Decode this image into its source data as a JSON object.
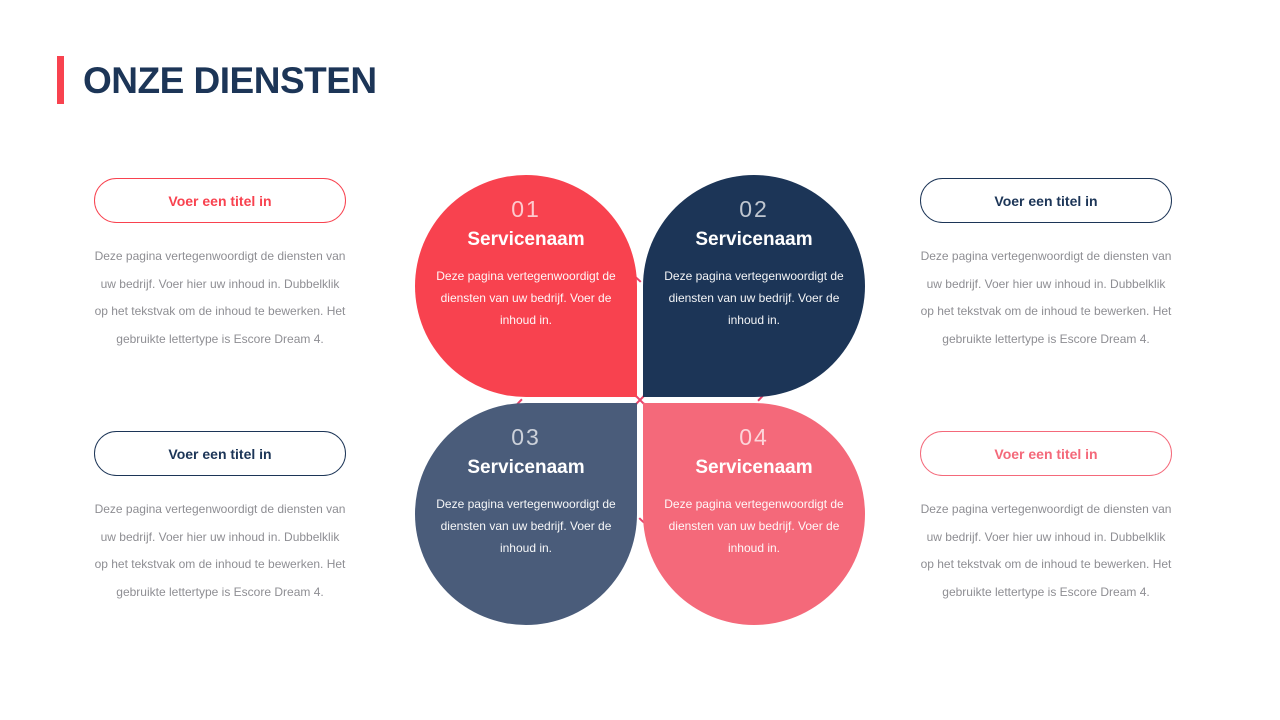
{
  "header": {
    "title": "ONZE DIENSTEN",
    "accent_color": "#F8424F",
    "title_color": "#1C3557"
  },
  "colors": {
    "petal_1": "#F8424F",
    "petal_2": "#1C3557",
    "petal_3": "#4A5C7A",
    "petal_4": "#F4697A",
    "dashed_outline": "#E8456B",
    "body_text": "#8E8E93"
  },
  "petals": [
    {
      "number": "01",
      "title": "Servicenaam",
      "description": "Deze pagina vertegenwoordigt de diensten van uw bedrijf. Voer de inhoud in."
    },
    {
      "number": "02",
      "title": "Servicenaam",
      "description": "Deze pagina vertegenwoordigt de diensten van uw bedrijf. Voer de inhoud in."
    },
    {
      "number": "03",
      "title": "Servicenaam",
      "description": "Deze pagina vertegenwoordigt de diensten van uw bedrijf. Voer de inhoud in."
    },
    {
      "number": "04",
      "title": "Servicenaam",
      "description": "Deze pagina vertegenwoordigt de diensten van uw bedrijf. Voer de inhoud in."
    }
  ],
  "side_blocks": [
    {
      "position": "top-left",
      "pill_label": "Voer een titel in",
      "pill_style": "red",
      "body": "Deze pagina vertegenwoordigt de diensten van uw bedrijf. Voer hier uw inhoud in. Dubbelklik op het tekstvak om de inhoud te bewerken. Het gebruikte lettertype is Escore Dream 4."
    },
    {
      "position": "bottom-left",
      "pill_label": "Voer een titel in",
      "pill_style": "navy",
      "body": "Deze pagina vertegenwoordigt de diensten van uw bedrijf. Voer hier uw inhoud in. Dubbelklik op het tekstvak om de inhoud te bewerken. Het gebruikte lettertype is Escore Dream 4."
    },
    {
      "position": "top-right",
      "pill_label": "Voer een titel in",
      "pill_style": "navy",
      "body": "Deze pagina vertegenwoordigt de diensten van uw bedrijf. Voer hier uw inhoud in. Dubbelklik op het tekstvak om de inhoud te bewerken. Het gebruikte lettertype is Escore Dream 4."
    },
    {
      "position": "bottom-right",
      "pill_label": "Voer een titel in",
      "pill_style": "coral",
      "body": "Deze pagina vertegenwoordigt de diensten van uw bedrijf. Voer hier uw inhoud in. Dubbelklik op het tekstvak om de inhoud te bewerken. Het gebruikte lettertype is Escore Dream 4."
    }
  ]
}
